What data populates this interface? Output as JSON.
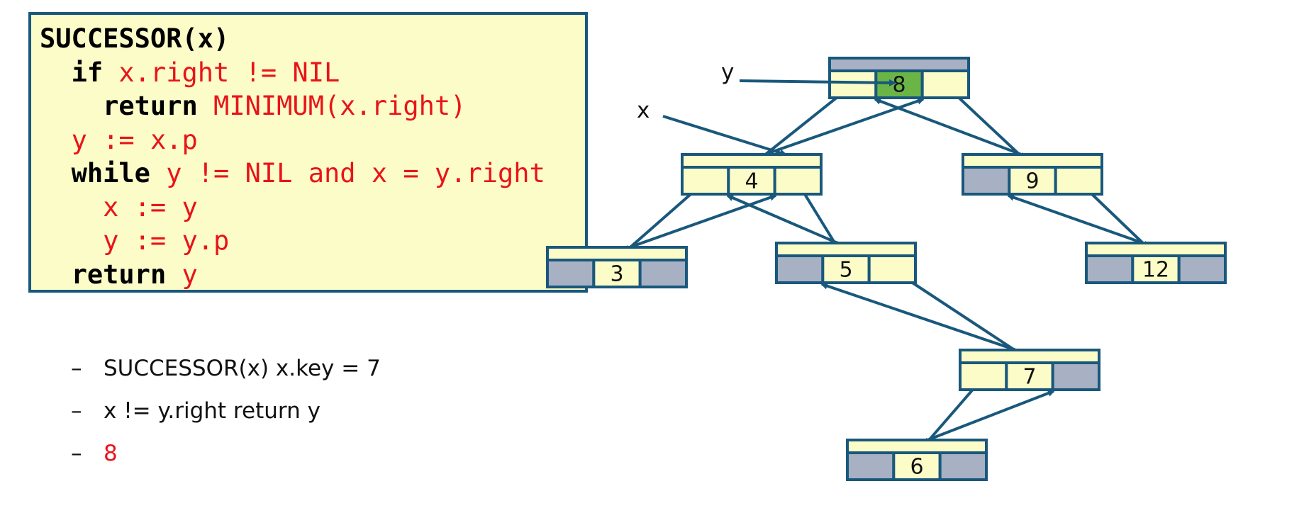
{
  "code": {
    "lines": [
      [
        {
          "t": "SUCCESSOR(x)",
          "s": "head"
        }
      ],
      [
        {
          "t": "  ",
          "s": "plain"
        },
        {
          "t": "if",
          "s": "kw"
        },
        {
          "t": " x.right != NIL",
          "s": "red"
        }
      ],
      [
        {
          "t": "    ",
          "s": "plain"
        },
        {
          "t": "return",
          "s": "kw"
        },
        {
          "t": " MINIMUM(x.right)",
          "s": "red"
        }
      ],
      [
        {
          "t": "  ",
          "s": "plain"
        },
        {
          "t": "y := x.p",
          "s": "red"
        }
      ],
      [
        {
          "t": "  ",
          "s": "plain"
        },
        {
          "t": "while",
          "s": "kw"
        },
        {
          "t": " y != NIL and x = y.right",
          "s": "red"
        }
      ],
      [
        {
          "t": "    ",
          "s": "plain"
        },
        {
          "t": "x := y",
          "s": "red"
        }
      ],
      [
        {
          "t": "    ",
          "s": "plain"
        },
        {
          "t": "y := y.p",
          "s": "red"
        }
      ],
      [
        {
          "t": "  ",
          "s": "plain"
        },
        {
          "t": "return",
          "s": "kw"
        },
        {
          "t": " y",
          "s": "red"
        }
      ]
    ]
  },
  "bullets": [
    {
      "dash": "–",
      "text": "SUCCESSOR(x) x.key = 7",
      "red": false
    },
    {
      "dash": "–",
      "text": "x != y.right return y",
      "red": false
    },
    {
      "dash": "–",
      "text": "8",
      "red": true
    }
  ],
  "tree": {
    "nodes": [
      {
        "id": "n8",
        "key": "8",
        "highlight": true,
        "left_nil": false,
        "right_nil": false
      },
      {
        "id": "n4",
        "key": "4",
        "highlight": false,
        "left_nil": false,
        "right_nil": false
      },
      {
        "id": "n9",
        "key": "9",
        "highlight": false,
        "left_nil": true,
        "right_nil": false
      },
      {
        "id": "n3",
        "key": "3",
        "highlight": false,
        "left_nil": true,
        "right_nil": true
      },
      {
        "id": "n5",
        "key": "5",
        "highlight": false,
        "left_nil": true,
        "right_nil": false
      },
      {
        "id": "n12",
        "key": "12",
        "highlight": false,
        "left_nil": true,
        "right_nil": true
      },
      {
        "id": "n7",
        "key": "7",
        "highlight": false,
        "left_nil": false,
        "right_nil": true
      },
      {
        "id": "n6",
        "key": "6",
        "highlight": false,
        "left_nil": true,
        "right_nil": true
      }
    ],
    "edges": [
      {
        "from": "n8",
        "to": "n4",
        "side": "left"
      },
      {
        "from": "n8",
        "to": "n9",
        "side": "right"
      },
      {
        "from": "n4",
        "to": "n3",
        "side": "left"
      },
      {
        "from": "n4",
        "to": "n5",
        "side": "right"
      },
      {
        "from": "n9",
        "to": "n12",
        "side": "right"
      },
      {
        "from": "n5",
        "to": "n7",
        "side": "right"
      },
      {
        "from": "n7",
        "to": "n6",
        "side": "left"
      }
    ],
    "pointers": [
      {
        "label": "y",
        "target": "n8"
      },
      {
        "label": "x",
        "target": "n4"
      }
    ]
  },
  "colors": {
    "node_fill": "#fcfcc8",
    "nil_fill": "#a7b1c3",
    "highlight": "#6ab546",
    "stroke": "#19587c"
  }
}
